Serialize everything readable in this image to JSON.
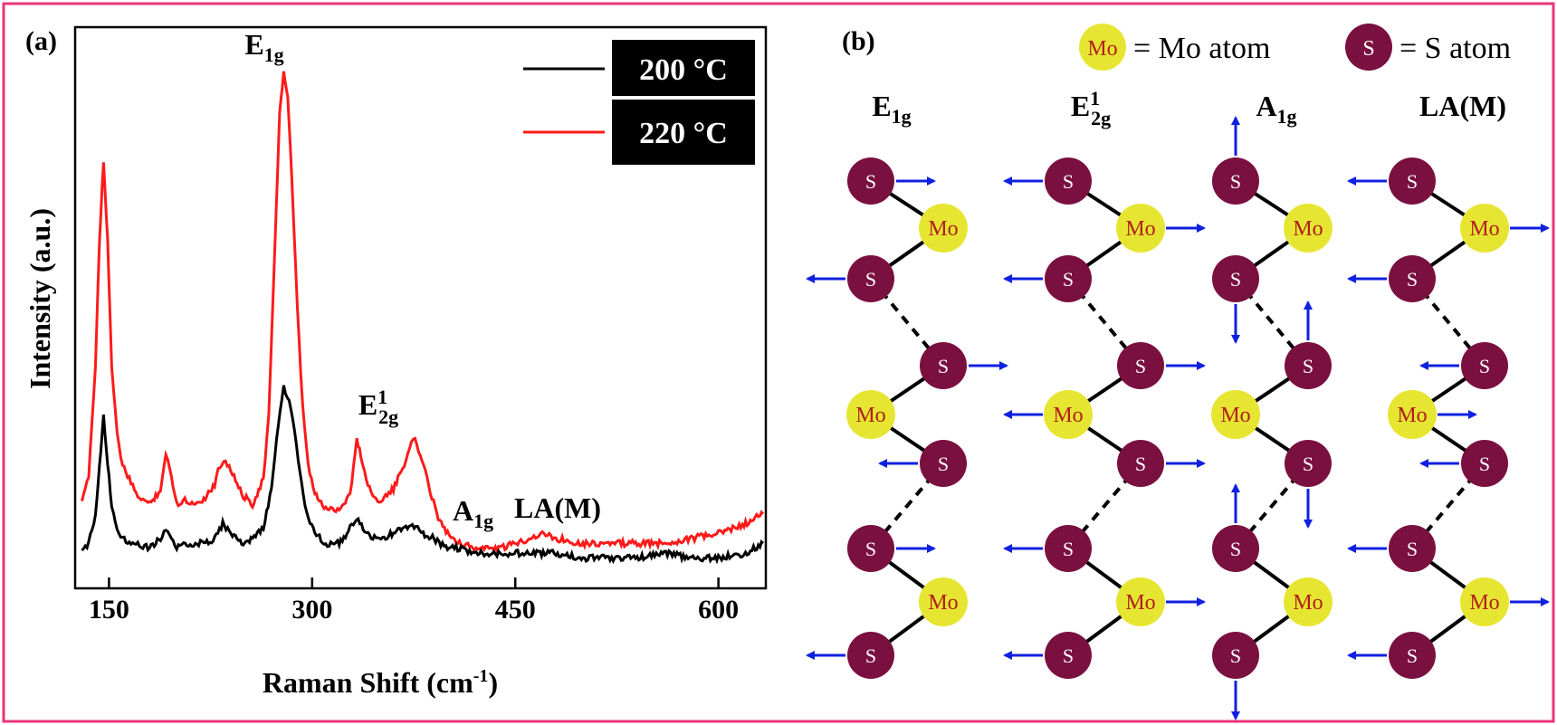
{
  "colors": {
    "frame": "#e8357c",
    "series_200": "#000000",
    "series_220": "#ff1a1a",
    "s_atom": "#7a1040",
    "mo_atom": "#e6e632",
    "mo_text": "#b0201a",
    "arrow": "#1020e0",
    "bond": "#000000"
  },
  "panel_a": {
    "label": "(a)",
    "xlabel": "Raman Shift (cm",
    "xlabel_sup": "-1",
    "xlabel_tail": ")",
    "ylabel": "Intensity (a.u.)",
    "xticks": [
      "150",
      "300",
      "450",
      "600"
    ],
    "peak_labels": {
      "e1g_main": "E",
      "e1g_sub": "1g",
      "e12g_main": "E",
      "e12g_sup": "1",
      "e12g_sub": "2g",
      "a1g_main": "A",
      "a1g_sub": "1g",
      "lam": "LA(M)"
    }
  },
  "panel_b": {
    "label": "(b)",
    "legend_mo_symbol": "Mo",
    "legend_mo_text": "= Mo atom",
    "legend_s_symbol": "S",
    "legend_s_text": "= S atom",
    "mo_symbol": "Mo",
    "s_symbol": "S",
    "modes": [
      {
        "main": "E",
        "sup": "",
        "sub": "1g"
      },
      {
        "main": "E",
        "sup": "1",
        "sub": "2g"
      },
      {
        "main": "A",
        "sup": "",
        "sub": "1g"
      },
      {
        "main": "LA(M)",
        "sup": "",
        "sub": ""
      }
    ]
  },
  "chart_data": {
    "type": "line",
    "xlabel": "Raman Shift (cm-1)",
    "ylabel": "Intensity (a.u.)",
    "xlim": [
      125,
      635
    ],
    "xticks": [
      150,
      300,
      450,
      600
    ],
    "legend": "top-right",
    "series": [
      {
        "name": "200 °C",
        "color": "#000000",
        "x": [
          130,
          135,
          140,
          143,
          146,
          149,
          152,
          156,
          160,
          170,
          180,
          188,
          192,
          196,
          200,
          210,
          220,
          228,
          234,
          240,
          248,
          256,
          264,
          270,
          275,
          279,
          283,
          287,
          291,
          296,
          302,
          310,
          320,
          328,
          334,
          340,
          346,
          352,
          360,
          368,
          374,
          378,
          382,
          390,
          400,
          410,
          420,
          440,
          460,
          480,
          500,
          520,
          540,
          560,
          580,
          600,
          620,
          633
        ],
        "y": [
          0.02,
          0.04,
          0.1,
          0.2,
          0.3,
          0.2,
          0.12,
          0.07,
          0.05,
          0.04,
          0.03,
          0.05,
          0.07,
          0.05,
          0.03,
          0.04,
          0.04,
          0.05,
          0.08,
          0.06,
          0.04,
          0.05,
          0.07,
          0.15,
          0.28,
          0.36,
          0.33,
          0.27,
          0.18,
          0.1,
          0.06,
          0.04,
          0.04,
          0.07,
          0.09,
          0.06,
          0.05,
          0.05,
          0.06,
          0.07,
          0.08,
          0.07,
          0.06,
          0.05,
          0.03,
          0.03,
          0.02,
          0.02,
          0.02,
          0.02,
          0.01,
          0.01,
          0.01,
          0.02,
          0.01,
          0.01,
          0.02,
          0.04
        ]
      },
      {
        "name": "220 °C",
        "color": "#ff1a1a",
        "x": [
          130,
          135,
          140,
          143,
          146,
          149,
          152,
          156,
          160,
          170,
          180,
          188,
          192,
          196,
          200,
          206,
          210,
          220,
          228,
          232,
          236,
          240,
          248,
          256,
          264,
          268,
          272,
          276,
          279,
          282,
          285,
          289,
          293,
          297,
          302,
          310,
          320,
          328,
          333,
          336,
          340,
          346,
          352,
          360,
          368,
          372,
          376,
          380,
          386,
          392,
          400,
          410,
          420,
          440,
          460,
          470,
          480,
          500,
          520,
          540,
          560,
          580,
          600,
          620,
          633
        ],
        "y": [
          0.12,
          0.18,
          0.4,
          0.66,
          0.82,
          0.66,
          0.4,
          0.26,
          0.2,
          0.14,
          0.12,
          0.15,
          0.22,
          0.18,
          0.12,
          0.13,
          0.12,
          0.13,
          0.16,
          0.2,
          0.21,
          0.19,
          0.14,
          0.12,
          0.17,
          0.3,
          0.6,
          0.92,
          1.0,
          0.95,
          0.78,
          0.52,
          0.32,
          0.2,
          0.14,
          0.11,
          0.11,
          0.14,
          0.25,
          0.22,
          0.17,
          0.13,
          0.13,
          0.15,
          0.2,
          0.24,
          0.25,
          0.22,
          0.16,
          0.1,
          0.06,
          0.04,
          0.03,
          0.03,
          0.05,
          0.06,
          0.05,
          0.04,
          0.04,
          0.04,
          0.04,
          0.05,
          0.06,
          0.08,
          0.1
        ]
      }
    ]
  }
}
